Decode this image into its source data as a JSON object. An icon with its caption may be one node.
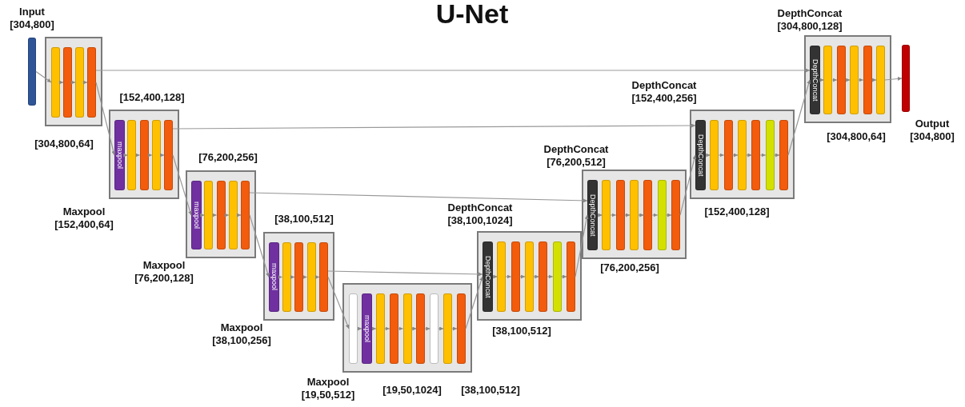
{
  "diagram": {
    "title": "U-Net",
    "nodes": [
      {
        "text": [],
        "shape": "bar",
        "beside": [
          "Input [304,800]"
        ]
      },
      {
        "text": [],
        "shape": "box",
        "beside": [
          "[304,800,64]"
        ]
      },
      {
        "text": [],
        "shape": "bar",
        "in": 1
      },
      {
        "text": [],
        "shape": "bar",
        "in": 1
      },
      {
        "text": [],
        "shape": "bar",
        "in": 1
      },
      {
        "text": [],
        "shape": "bar",
        "in": 1
      },
      {
        "text": [],
        "shape": "box",
        "beside": [
          "[152,400,128]",
          "Maxpool [152,400,64]"
        ]
      },
      {
        "text": [
          "maxpool"
        ],
        "in": 6
      },
      {
        "text": [],
        "shape": "bar",
        "in": 6
      },
      {
        "text": [],
        "shape": "bar",
        "in": 6
      },
      {
        "text": [],
        "shape": "bar",
        "in": 6
      },
      {
        "text": [],
        "shape": "bar",
        "in": 6
      },
      {
        "text": [],
        "shape": "box",
        "beside": [
          "[76,200,256]",
          "Maxpool [76,200,128]"
        ]
      },
      {
        "text": [
          "maxpool"
        ],
        "in": 12
      },
      {
        "text": [],
        "shape": "bar",
        "in": 12
      },
      {
        "text": [],
        "shape": "bar",
        "in": 12
      },
      {
        "text": [],
        "shape": "bar",
        "in": 12
      },
      {
        "text": [],
        "shape": "bar",
        "in": 12
      },
      {
        "text": [],
        "shape": "box",
        "beside": [
          "[38,100,512]",
          "Maxpool [38,100,256]"
        ]
      },
      {
        "text": [
          "maxpool"
        ],
        "in": 18
      },
      {
        "text": [],
        "shape": "bar",
        "in": 18
      },
      {
        "text": [],
        "shape": "bar",
        "in": 18
      },
      {
        "text": [],
        "shape": "bar",
        "in": 18
      },
      {
        "text": [],
        "shape": "bar",
        "in": 18
      },
      {
        "text": [],
        "shape": "box",
        "beside": [
          "Maxpool [19,50,512]",
          "[19,50,1024]",
          "[38,100,512]"
        ]
      },
      {
        "text": [],
        "shape": "bar",
        "in": 24
      },
      {
        "text": [
          "maxpool"
        ],
        "in": 24
      },
      {
        "text": [],
        "shape": "bar",
        "in": 24
      },
      {
        "text": [],
        "shape": "bar",
        "in": 24
      },
      {
        "text": [],
        "shape": "bar",
        "in": 24
      },
      {
        "text": [],
        "shape": "bar",
        "in": 24
      },
      {
        "text": [],
        "shape": "bar",
        "in": 24
      },
      {
        "text": [],
        "shape": "bar",
        "in": 24
      },
      {
        "text": [],
        "shape": "bar",
        "in": 24
      },
      {
        "text": [],
        "shape": "box",
        "beside": [
          "DepthConcat [38,100,1024]",
          "[38,100,512]"
        ]
      },
      {
        "text": [
          "DepthConcat"
        ],
        "in": 34
      },
      {
        "text": [],
        "shape": "bar",
        "in": 34
      },
      {
        "text": [],
        "shape": "bar",
        "in": 34
      },
      {
        "text": [],
        "shape": "bar",
        "in": 34
      },
      {
        "text": [],
        "shape": "bar",
        "in": 34
      },
      {
        "text": [],
        "shape": "bar",
        "in": 34
      },
      {
        "text": [],
        "shape": "bar",
        "in": 34
      },
      {
        "text": [],
        "shape": "box",
        "beside": [
          "DepthConcat [76,200,512]",
          "[76,200,256]"
        ]
      },
      {
        "text": [
          "DepthConcat"
        ],
        "in": 42
      },
      {
        "text": [],
        "shape": "bar",
        "in": 42
      },
      {
        "text": [],
        "shape": "bar",
        "in": 42
      },
      {
        "text": [],
        "shape": "bar",
        "in": 42
      },
      {
        "text": [],
        "shape": "bar",
        "in": 42
      },
      {
        "text": [],
        "shape": "bar",
        "in": 42
      },
      {
        "text": [],
        "shape": "bar",
        "in": 42
      },
      {
        "text": [],
        "shape": "box",
        "beside": [
          "DepthConcat [152,400,256]",
          "[152,400,128]"
        ]
      },
      {
        "text": [
          "DepthConcat"
        ],
        "in": 50
      },
      {
        "text": [],
        "shape": "bar",
        "in": 50
      },
      {
        "text": [],
        "shape": "bar",
        "in": 50
      },
      {
        "text": [],
        "shape": "bar",
        "in": 50
      },
      {
        "text": [],
        "shape": "bar",
        "in": 50
      },
      {
        "text": [],
        "shape": "bar",
        "in": 50
      },
      {
        "text": [],
        "shape": "bar",
        "in": 50
      },
      {
        "text": [],
        "shape": "box",
        "beside": [
          "DepthConcat [304,800,128]",
          "[304,800,64]"
        ]
      },
      {
        "text": [
          "DepthConcat"
        ],
        "in": 58
      },
      {
        "text": [],
        "shape": "bar",
        "in": 58
      },
      {
        "text": [],
        "shape": "bar",
        "in": 58
      },
      {
        "text": [],
        "shape": "bar",
        "in": 58
      },
      {
        "text": [],
        "shape": "bar",
        "in": 58
      },
      {
        "text": [],
        "shape": "bar",
        "in": 58
      },
      {
        "text": [],
        "shape": "bar",
        "beside": [
          "Output [304,800]"
        ]
      }
    ],
    "edges": [
      {
        "from": 0,
        "to": 2,
        "arrow": "to"
      },
      {
        "from": 2,
        "to": 3,
        "arrow": "to"
      },
      {
        "from": 3,
        "to": 4,
        "arrow": "to"
      },
      {
        "from": 4,
        "to": 5,
        "arrow": "to"
      },
      {
        "from": 5,
        "to": 7,
        "arrow": "to"
      },
      {
        "from": 7,
        "to": 8,
        "arrow": "to"
      },
      {
        "from": 8,
        "to": 9,
        "arrow": "to"
      },
      {
        "from": 9,
        "to": 10,
        "arrow": "to"
      },
      {
        "from": 10,
        "to": 11,
        "arrow": "to"
      },
      {
        "from": 11,
        "to": 13,
        "arrow": "to"
      },
      {
        "from": 13,
        "to": 14,
        "arrow": "to"
      },
      {
        "from": 14,
        "to": 15,
        "arrow": "to"
      },
      {
        "from": 15,
        "to": 16,
        "arrow": "to"
      },
      {
        "from": 16,
        "to": 17,
        "arrow": "to"
      },
      {
        "from": 17,
        "to": 19,
        "arrow": "to"
      },
      {
        "from": 19,
        "to": 20,
        "arrow": "to"
      },
      {
        "from": 20,
        "to": 21,
        "arrow": "to"
      },
      {
        "from": 21,
        "to": 22,
        "arrow": "to"
      },
      {
        "from": 22,
        "to": 23,
        "arrow": "to"
      },
      {
        "from": 23,
        "to": 25,
        "arrow": "to"
      },
      {
        "from": 25,
        "to": 26,
        "arrow": "to"
      },
      {
        "from": 26,
        "to": 27,
        "arrow": "to"
      },
      {
        "from": 27,
        "to": 28,
        "arrow": "to"
      },
      {
        "from": 28,
        "to": 29,
        "arrow": "to"
      },
      {
        "from": 29,
        "to": 30,
        "arrow": "to"
      },
      {
        "from": 30,
        "to": 31,
        "arrow": "to"
      },
      {
        "from": 31,
        "to": 32,
        "arrow": "to"
      },
      {
        "from": 32,
        "to": 33,
        "arrow": "to"
      },
      {
        "from": 33,
        "to": 35,
        "arrow": "to"
      },
      {
        "from": 35,
        "to": 36,
        "arrow": "to"
      },
      {
        "from": 36,
        "to": 37,
        "arrow": "to"
      },
      {
        "from": 37,
        "to": 38,
        "arrow": "to"
      },
      {
        "from": 38,
        "to": 39,
        "arrow": "to"
      },
      {
        "from": 39,
        "to": 40,
        "arrow": "to"
      },
      {
        "from": 40,
        "to": 41,
        "arrow": "to"
      },
      {
        "from": 41,
        "to": 43,
        "arrow": "to"
      },
      {
        "from": 43,
        "to": 44,
        "arrow": "to"
      },
      {
        "from": 44,
        "to": 45,
        "arrow": "to"
      },
      {
        "from": 45,
        "to": 46,
        "arrow": "to"
      },
      {
        "from": 46,
        "to": 47,
        "arrow": "to"
      },
      {
        "from": 47,
        "to": 48,
        "arrow": "to"
      },
      {
        "from": 48,
        "to": 49,
        "arrow": "to"
      },
      {
        "from": 49,
        "to": 51,
        "arrow": "to"
      },
      {
        "from": 51,
        "to": 52,
        "arrow": "to"
      },
      {
        "from": 52,
        "to": 53,
        "arrow": "to"
      },
      {
        "from": 53,
        "to": 54,
        "arrow": "to"
      },
      {
        "from": 54,
        "to": 55,
        "arrow": "to"
      },
      {
        "from": 55,
        "to": 56,
        "arrow": "to"
      },
      {
        "from": 56,
        "to": 57,
        "arrow": "to"
      },
      {
        "from": 57,
        "to": 59,
        "arrow": "to"
      },
      {
        "from": 59,
        "to": 60,
        "arrow": "to"
      },
      {
        "from": 60,
        "to": 61,
        "arrow": "to"
      },
      {
        "from": 61,
        "to": 62,
        "arrow": "to"
      },
      {
        "from": 62,
        "to": 63,
        "arrow": "to"
      },
      {
        "from": 63,
        "to": 64,
        "arrow": "to"
      },
      {
        "from": 64,
        "to": 65,
        "arrow": "to"
      },
      {
        "from": 5,
        "to": 59,
        "arrow": "to"
      },
      {
        "from": 11,
        "to": 51,
        "arrow": "to"
      },
      {
        "from": 17,
        "to": 43,
        "arrow": "to"
      },
      {
        "from": 23,
        "to": 35,
        "arrow": "to"
      }
    ]
  }
}
